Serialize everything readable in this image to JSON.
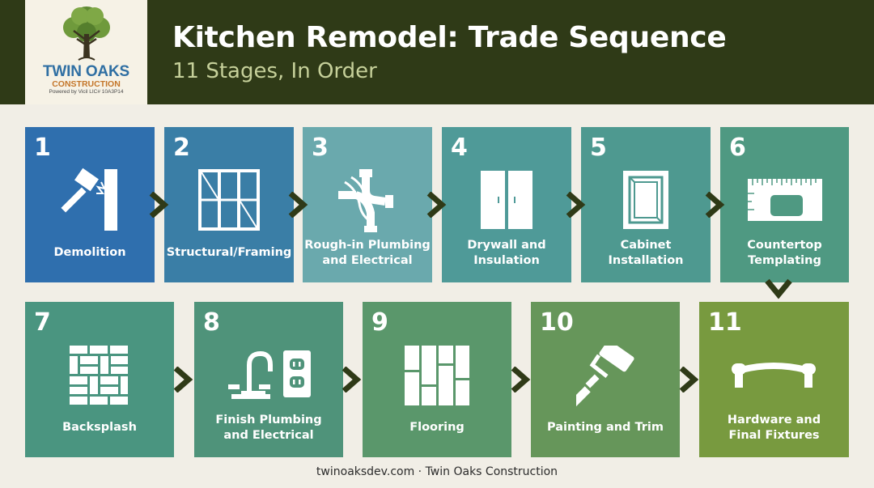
{
  "brand": {
    "name": "TWIN OAKS",
    "sub": "CONSTRUCTION",
    "tagline": "Powered by Vicil LIC# 10A3P14"
  },
  "header": {
    "title": "Kitchen Remodel: Trade Sequence",
    "subtitle": "11 Stages, In Order"
  },
  "stages": [
    {
      "num": "1",
      "label": "Demolition",
      "icon": "hammer-wall-icon",
      "color": "#2f6fae"
    },
    {
      "num": "2",
      "label": "Structural/Framing",
      "icon": "framing-icon",
      "color": "#3a7ea6"
    },
    {
      "num": "3",
      "label": "Rough-in Plumbing\nand Electrical",
      "icon": "pipes-wires-icon",
      "color": "#6aa9ad"
    },
    {
      "num": "4",
      "label": "Drywall and\nInsulation",
      "icon": "drywall-icon",
      "color": "#4f9a98"
    },
    {
      "num": "5",
      "label": "Cabinet\nInstallation",
      "icon": "cabinet-icon",
      "color": "#4e9990"
    },
    {
      "num": "6",
      "label": "Countertop\nTemplating",
      "icon": "countertop-template-icon",
      "color": "#4f9982"
    },
    {
      "num": "7",
      "label": "Backsplash",
      "icon": "tile-grid-icon",
      "color": "#4a9580"
    },
    {
      "num": "8",
      "label": "Finish Plumbing\nand Electrical",
      "icon": "faucet-outlet-icon",
      "color": "#4f937a"
    },
    {
      "num": "9",
      "label": "Flooring",
      "icon": "floor-planks-icon",
      "color": "#5a976b"
    },
    {
      "num": "10",
      "label": "Painting and Trim",
      "icon": "paint-roller-icon",
      "color": "#66965a"
    },
    {
      "num": "11",
      "label": "Hardware and\nFinal Fixtures",
      "icon": "cabinet-handle-icon",
      "color": "#789a3f"
    }
  ],
  "colors": {
    "header_bg": "#2f3a17",
    "page_bg": "#f1eee6",
    "arrow": "#2f3a17"
  },
  "footer": "twinoaksdev.com · Twin Oaks Construction"
}
